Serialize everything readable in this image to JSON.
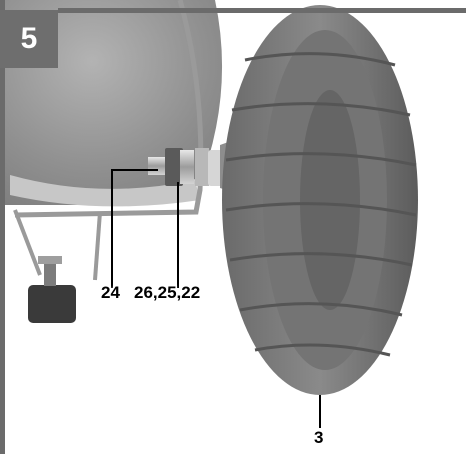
{
  "figure": {
    "step_number": "5",
    "callouts": {
      "bolt": "24",
      "nut_washers": "26,25,22",
      "wheel": "3"
    }
  }
}
